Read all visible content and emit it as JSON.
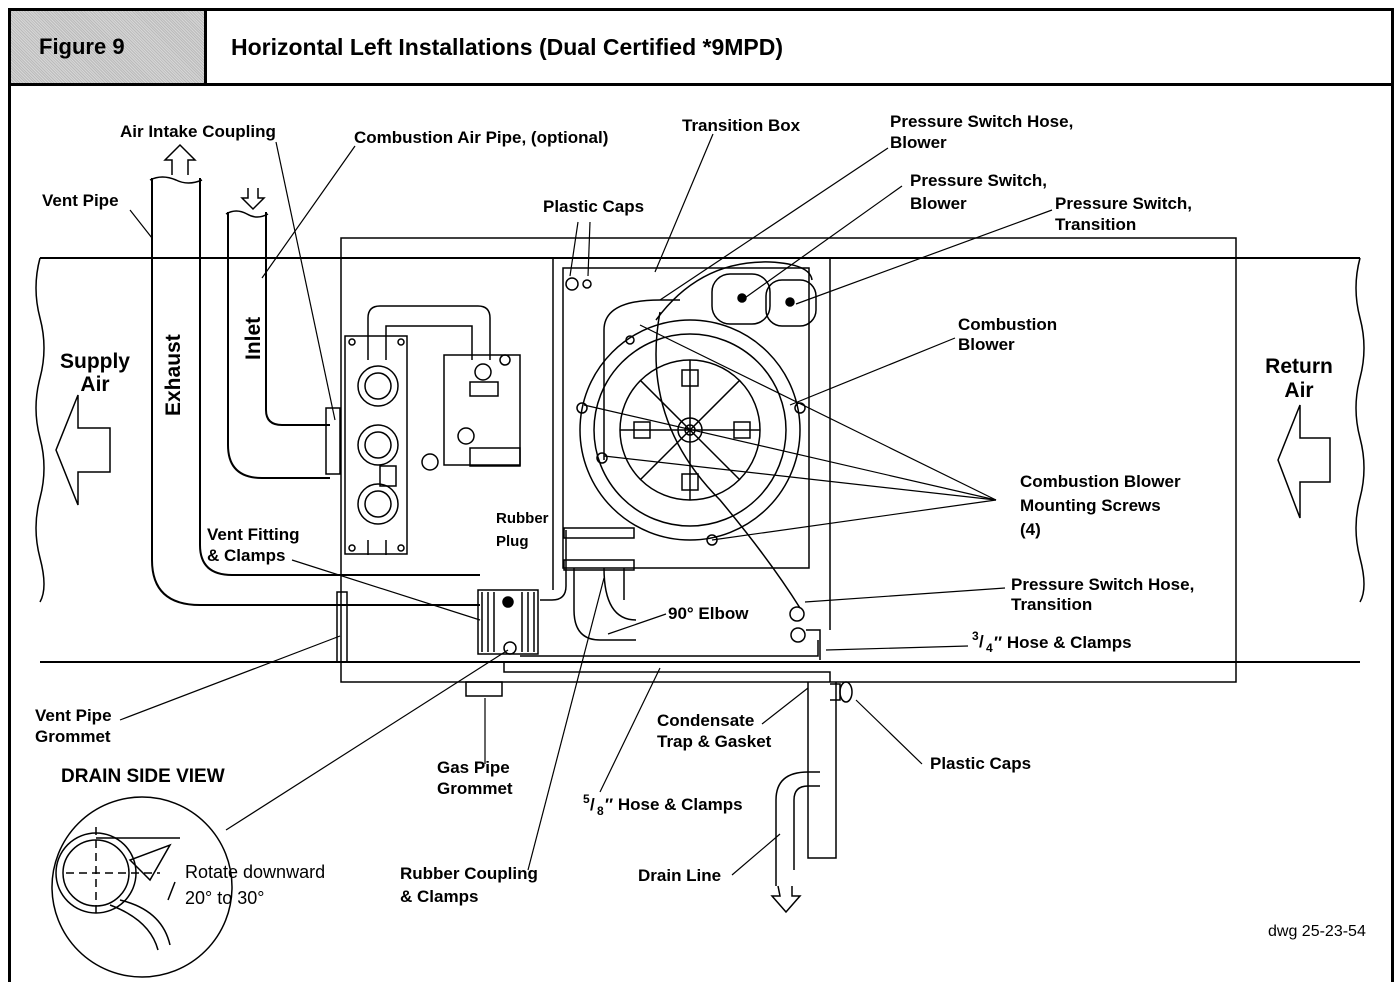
{
  "header": {
    "figure_label": "Figure 9",
    "title": "Horizontal Left Installations (Dual Certified *9MPD)"
  },
  "labels": {
    "air_intake_coupling": "Air Intake Coupling",
    "combustion_air_pipe": "Combustion Air Pipe, (optional)",
    "transition_box": "Transition Box",
    "pressure_switch_hose_blower_1": "Pressure Switch Hose,",
    "pressure_switch_hose_blower_2": "Blower",
    "pressure_switch_blower_1": "Pressure Switch,",
    "pressure_switch_blower_2": "Blower",
    "pressure_switch_transition_1": "Pressure Switch,",
    "pressure_switch_transition_2": "Transition",
    "vent_pipe": "Vent Pipe",
    "plastic_caps_top": "Plastic Caps",
    "supply_air_1": "Supply",
    "supply_air_2": "Air",
    "exhaust": "Exhaust",
    "inlet": "Inlet",
    "return_air_1": "Return",
    "return_air_2": "Air",
    "combustion_blower_1": "Combustion",
    "combustion_blower_2": "Blower",
    "mounting_screws_1": "Combustion Blower",
    "mounting_screws_2": "Mounting Screws",
    "mounting_screws_3": "(4)",
    "vent_fitting_1": "Vent Fitting",
    "vent_fitting_2": "& Clamps",
    "rubber_plug_1": "Rubber",
    "rubber_plug_2": "Plug",
    "pressure_switch_hose_transition_1": "Pressure Switch Hose,",
    "pressure_switch_hose_transition_2": "Transition",
    "elbow_90": "90° Elbow",
    "hose_34_num": "3",
    "hose_34_den": "4",
    "hose_34_rest": "″ Hose & Clamps",
    "vent_pipe_grommet_1": "Vent Pipe",
    "vent_pipe_grommet_2": "Grommet",
    "condensate_trap_1": "Condensate",
    "condensate_trap_2": "Trap & Gasket",
    "drain_side_view": "DRAIN SIDE VIEW",
    "gas_pipe_grommet_1": "Gas Pipe",
    "gas_pipe_grommet_2": "Grommet",
    "plastic_caps_bottom": "Plastic Caps",
    "hose_58_num": "5",
    "hose_58_den": "8",
    "hose_58_rest": "″ Hose & Clamps",
    "rotate_1": "Rotate downward",
    "rotate_2": "20°  to 30°",
    "rubber_coupling_1": "Rubber Coupling",
    "rubber_coupling_2": "& Clamps",
    "drain_line": "Drain Line",
    "dwg": "dwg 25-23-54"
  }
}
